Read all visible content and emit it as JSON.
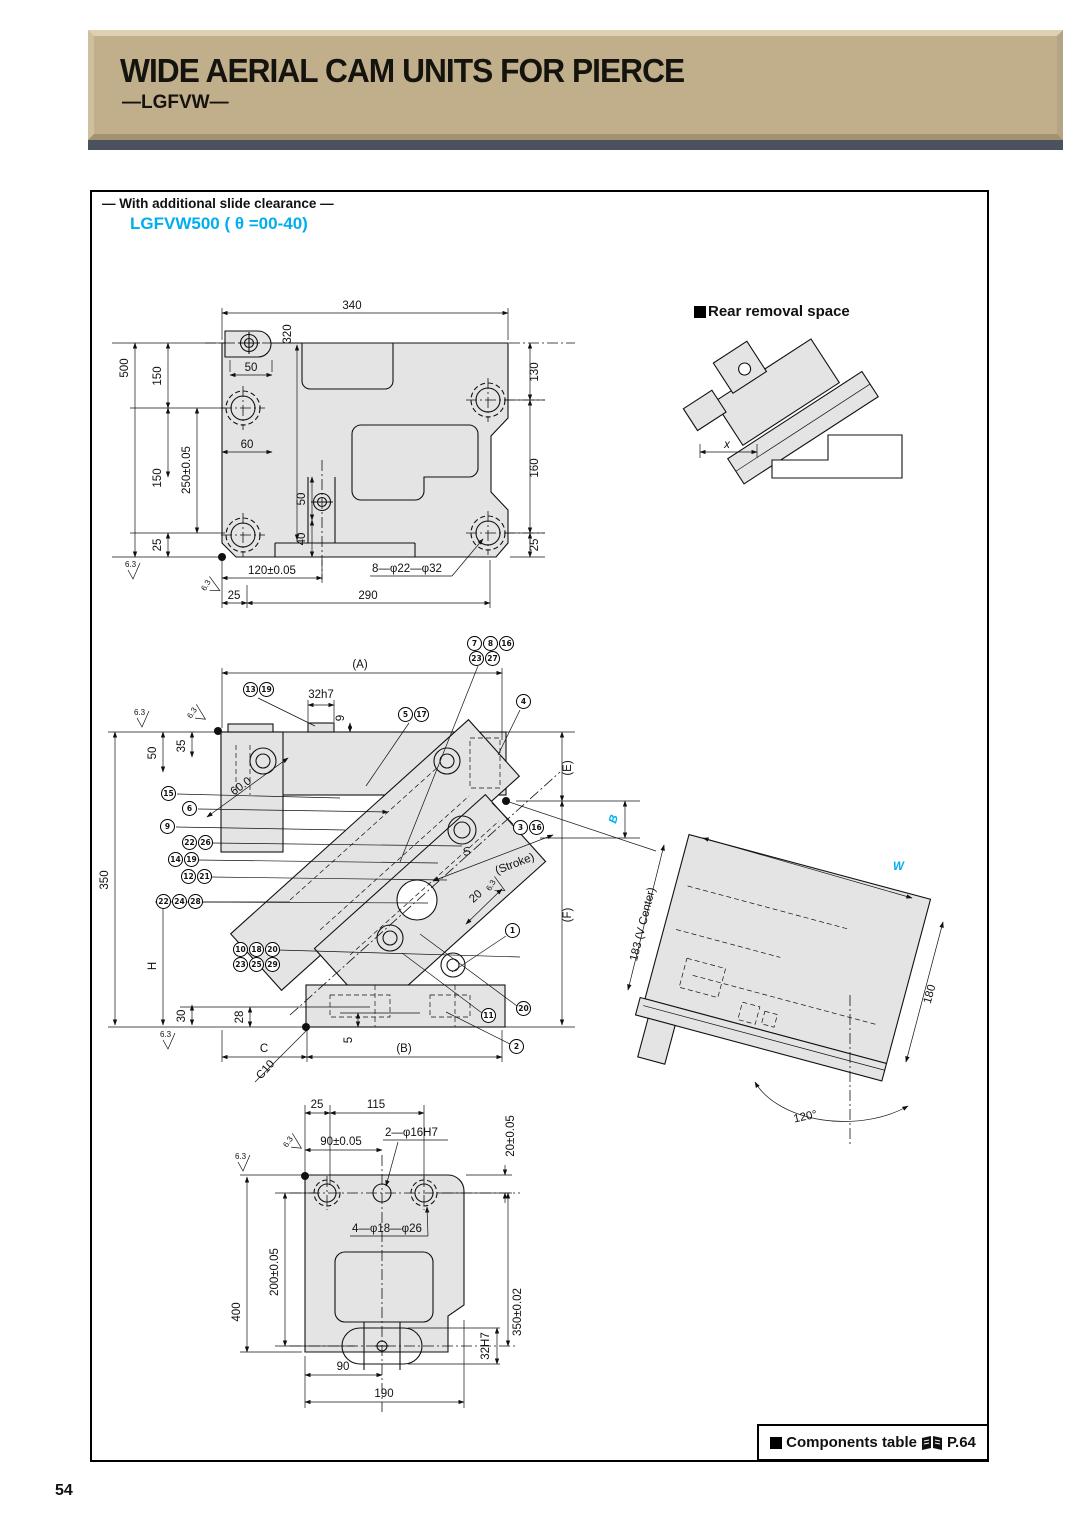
{
  "page": {
    "number": "54"
  },
  "header": {
    "title": "WIDE AERIAL CAM UNITS FOR PIERCE",
    "subtitle": "—LGFVW—"
  },
  "intro": {
    "note": "— With additional slide clearance —",
    "model": "LGFVW500 ( θ =00-40)"
  },
  "rear_removal": {
    "heading": "Rear removal space",
    "dim_x": "x"
  },
  "footer": {
    "label": "Components table",
    "ref": "P.64"
  },
  "marks": {
    "finish": "6.3"
  },
  "colors": {
    "accent_cyan": "#00aeef",
    "banner_tan": "#c1ae8b",
    "rule_slate": "#4c5160",
    "part_gray": "#e4e4e4"
  },
  "top_view": {
    "dims": {
      "w340": "340",
      "h320": "320",
      "pad50": "50",
      "e60": "60",
      "s50": "50",
      "s40": "40",
      "v500": "500",
      "v150a": "150",
      "v250": "250±0.05",
      "v150b": "150",
      "v25": "25",
      "r130": "130",
      "r160": "160",
      "r25": "25",
      "b120": "120±0.05",
      "b25": "25",
      "b290": "290",
      "holes": "8—φ22—φ32"
    }
  },
  "section_view": {
    "dims": {
      "A": "(A)",
      "key": "32h7",
      "k9": "9",
      "E": "(E)",
      "F": "(F)",
      "B": "B",
      "v350": "350",
      "v50": "50",
      "v35": "35",
      "H": "H",
      "v30": "30",
      "b28": "28",
      "b5": "5",
      "C": "C",
      "Blen": "(B)",
      "c10": "C10",
      "ang": "60.0",
      "S": "S",
      "stroke": "(Stroke)",
      "s20": "20"
    },
    "callouts": {
      "tr1": [
        "7",
        "8",
        "16"
      ],
      "tr2": [
        "23",
        "27"
      ],
      "key": [
        "13",
        "19"
      ],
      "s517": [
        "5",
        "17"
      ],
      "s4": [
        "4"
      ],
      "s316": [
        "3",
        "16"
      ],
      "s15": [
        "15"
      ],
      "s6": [
        "6"
      ],
      "s9": [
        "9"
      ],
      "s2226": [
        "22",
        "26"
      ],
      "s1419": [
        "14",
        "19"
      ],
      "s1221": [
        "12",
        "21"
      ],
      "s222428": [
        "22",
        "24",
        "28"
      ],
      "mid1": [
        "10",
        "18",
        "20"
      ],
      "mid2": [
        "23",
        "25",
        "29"
      ],
      "s1": [
        "1"
      ],
      "s20": [
        "20"
      ],
      "s11": [
        "11"
      ],
      "s2": [
        "2"
      ]
    }
  },
  "tilted_view": {
    "W": "W",
    "d180": "180",
    "d183": "183 (V Center)",
    "ang": "120°"
  },
  "bottom_view": {
    "dims": {
      "t25": "25",
      "t115": "115",
      "t90": "90±0.05",
      "h2": "2—φ16H7",
      "r20": "20±0.05",
      "h4": "4—φ18—φ26",
      "l400": "400",
      "l200": "200±0.05",
      "b90": "90",
      "b190": "190",
      "r32": "32H7",
      "r350": "350±0.02"
    }
  }
}
